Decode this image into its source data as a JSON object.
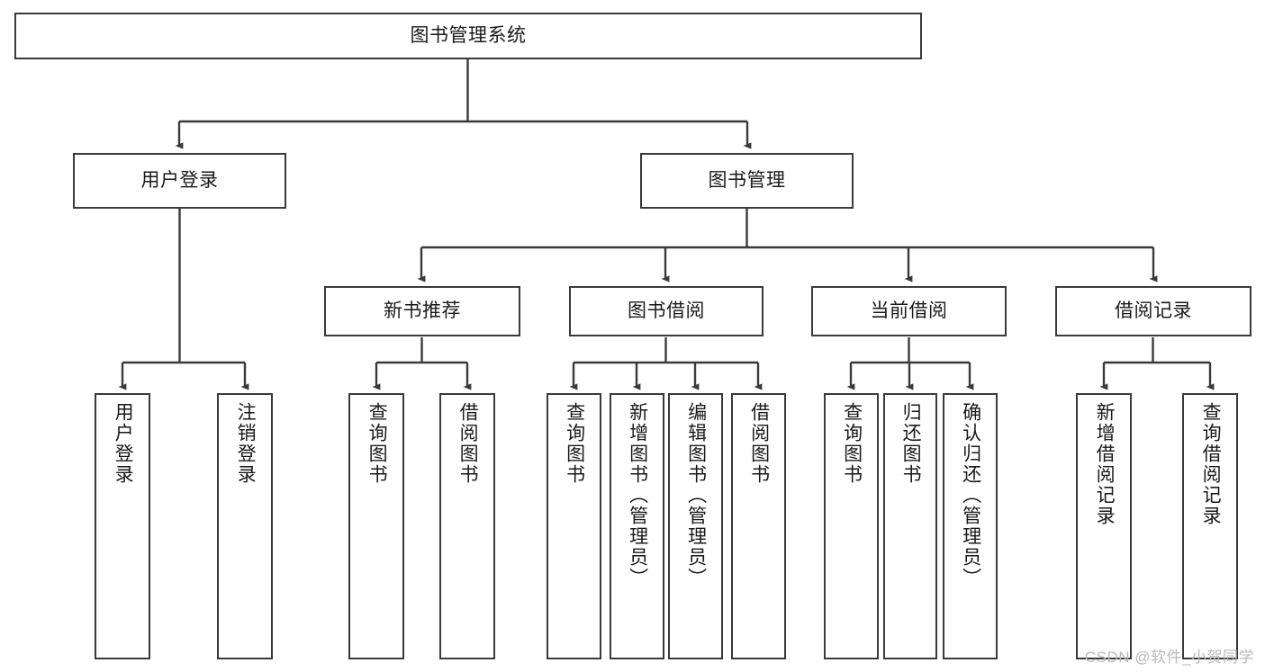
{
  "diagram": {
    "type": "tree-hierarchy-diagram",
    "title": "图书管理系统",
    "colors": {
      "box_border": "#3a3a3a",
      "box_fill": "#ffffff",
      "connector": "#3a3a3a",
      "text": "#1a1a1a",
      "watermark": "#b9b9b9"
    },
    "levels": {
      "root": {
        "label": "图书管理系统",
        "orientation": "horizontal"
      },
      "level2": [
        {
          "id": "user-login",
          "label": "用户登录",
          "orientation": "horizontal"
        },
        {
          "id": "book-management",
          "label": "图书管理",
          "orientation": "horizontal"
        }
      ],
      "level3": [
        {
          "id": "new-book-recommend",
          "label": "新书推荐",
          "orientation": "horizontal"
        },
        {
          "id": "book-borrow",
          "label": "图书借阅",
          "orientation": "horizontal"
        },
        {
          "id": "current-borrow",
          "label": "当前借阅",
          "orientation": "horizontal"
        },
        {
          "id": "borrow-record",
          "label": "借阅记录",
          "orientation": "horizontal"
        }
      ],
      "leaves": {
        "user_login": [
          {
            "id": "leaf-user-login",
            "label": "用户登录"
          },
          {
            "id": "leaf-logout",
            "label": "注销登录"
          }
        ],
        "new_book_recommend": [
          {
            "id": "leaf-query-book-1",
            "label": "查询图书"
          },
          {
            "id": "leaf-borrow-book-1",
            "label": "借阅图书"
          }
        ],
        "book_borrow": [
          {
            "id": "leaf-query-book-2",
            "label": "查询图书"
          },
          {
            "id": "leaf-add-book",
            "label": "新增图书（管理员）"
          },
          {
            "id": "leaf-edit-book",
            "label": "编辑图书（管理员）"
          },
          {
            "id": "leaf-borrow-book-2",
            "label": "借阅图书"
          }
        ],
        "current_borrow": [
          {
            "id": "leaf-query-book-3",
            "label": "查询图书"
          },
          {
            "id": "leaf-return-book",
            "label": "归还图书"
          },
          {
            "id": "leaf-confirm-return",
            "label": "确认归还（管理员）"
          }
        ],
        "borrow_record": [
          {
            "id": "leaf-add-record",
            "label": "新增借阅记录"
          },
          {
            "id": "leaf-query-record",
            "label": "查询借阅记录"
          }
        ]
      }
    }
  },
  "watermark": {
    "text": "CSDN @软件_小贺同学"
  }
}
